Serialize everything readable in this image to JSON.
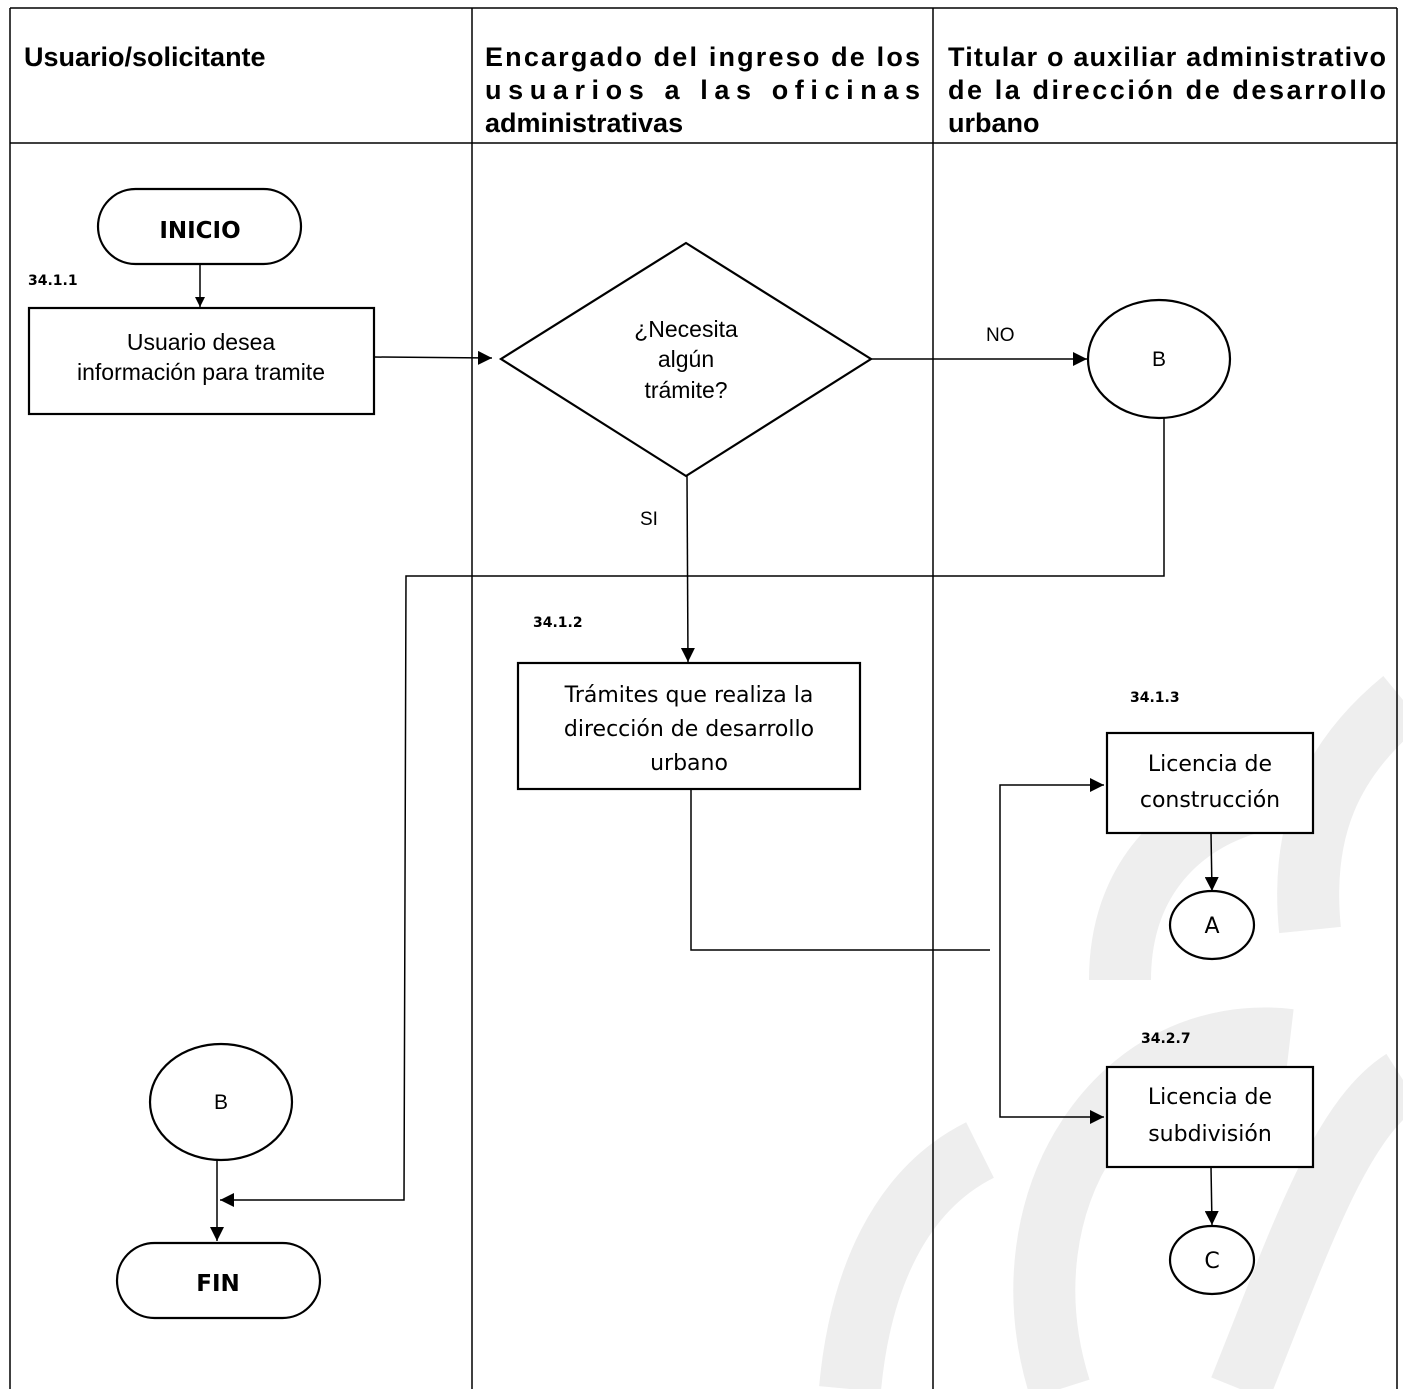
{
  "lanes": {
    "lane1": "Usuario/solicitante",
    "lane2": [
      "Encargado del ingreso de los",
      "usuarios a las oficinas",
      "administrativas"
    ],
    "lane3": [
      "Titular o auxiliar administrativo",
      "de la dirección de desarrollo",
      "urbano"
    ]
  },
  "nodes": {
    "inicio": "INICIO",
    "step_1": "34.1.1",
    "usuario": [
      "Usuario desea",
      "información para tramite"
    ],
    "decision": [
      "¿Necesita",
      "algún",
      "trámite?"
    ],
    "no_label": "NO",
    "si_label": "SI",
    "b_top": "B",
    "step_2": "34.1.2",
    "tramites": [
      "Trámites que realiza la",
      "dirección de desarrollo",
      "urbano"
    ],
    "step_3": "34.1.3",
    "construccion": [
      "Licencia de",
      "construcción"
    ],
    "a_conn": "A",
    "step_4": "34.2.7",
    "subdivision": [
      "Licencia de",
      "subdivisión"
    ],
    "c_conn": "C",
    "b_bottom": "B",
    "fin": "FIN"
  },
  "colors": {
    "line": "#000000",
    "background": "#ffffff",
    "watermark": "#eeeeee"
  }
}
